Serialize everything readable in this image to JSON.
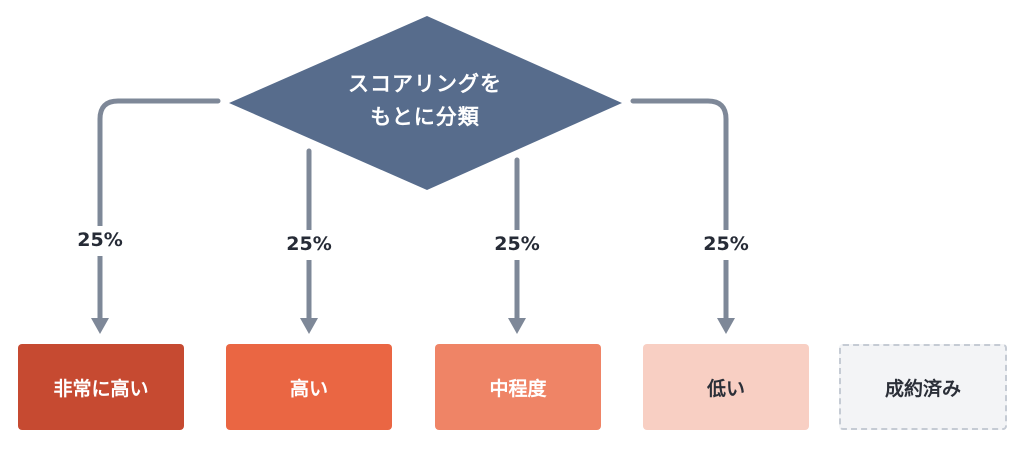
{
  "decision": {
    "line1": "スコアリングを",
    "line2": "もとに分類"
  },
  "branches": [
    {
      "percent": "25%",
      "label": "非常に高い"
    },
    {
      "percent": "25%",
      "label": "高い"
    },
    {
      "percent": "25%",
      "label": "中程度"
    },
    {
      "percent": "25%",
      "label": "低い"
    }
  ],
  "extra": {
    "label": "成約済み"
  },
  "colors": {
    "diamond": "#576c8c",
    "connector": "#7e8898",
    "very_high": "#c64a31",
    "high": "#ea6643",
    "medium": "#ef8466",
    "low": "#f8cfc3",
    "closed_bg": "#f3f4f6",
    "closed_border": "#c5cbd4"
  }
}
